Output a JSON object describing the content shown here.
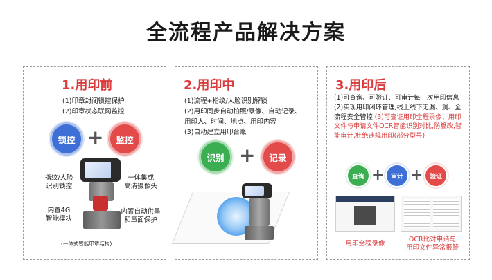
{
  "title": "全流程产品解决方案",
  "panel1": {
    "title": "1.用印前",
    "lines": [
      "(1)印章封闭锁控保护",
      "(2)印章状态联网监控"
    ],
    "circle_left": "锁控",
    "circle_right": "监控",
    "plus": "+",
    "callouts": {
      "fingerprint": [
        "指纹/人脸",
        "识别锁控"
      ],
      "camera": [
        "一体集成",
        "高清摄像头"
      ],
      "module": [
        "内置4G",
        "智能模块"
      ],
      "ink": [
        "内置自动供墨",
        "和章面保护"
      ]
    },
    "note": "(一体式智能印章结构)"
  },
  "panel2": {
    "title": "2.用印中",
    "lines": [
      "(1)流程+指纹/人脸识别解锁",
      "(2)用印同步自动拍照/录像、自动记录、",
      "用印人、时间、地点、用印内容",
      "(3)自动建立用印台账"
    ],
    "circle_left": "识别",
    "circle_right": "记录",
    "plus": "+"
  },
  "panel3": {
    "title": "3.用印后",
    "text_black": "(1)可查询、可验证、可审计每一次用印信息 (2)实现用印闭环管理,线上线下无漏、洞、全流程安全管控 ",
    "text_red": "(3)可查证用印全程录像、用印文件与申请文件OCR智能识别对比,防篡改,智能审计,杜绝违规用印(部分型号)",
    "circles": [
      "查询",
      "审计",
      "验证"
    ],
    "plus": "+",
    "caption_left": "用印全程录像",
    "caption_right": [
      "OCR比对申请与",
      "用印文件异常报警"
    ]
  },
  "colors": {
    "accent": "#d83c3c",
    "blue": "#3d6fd6",
    "red": "#e34a4a",
    "green": "#3cae52"
  }
}
